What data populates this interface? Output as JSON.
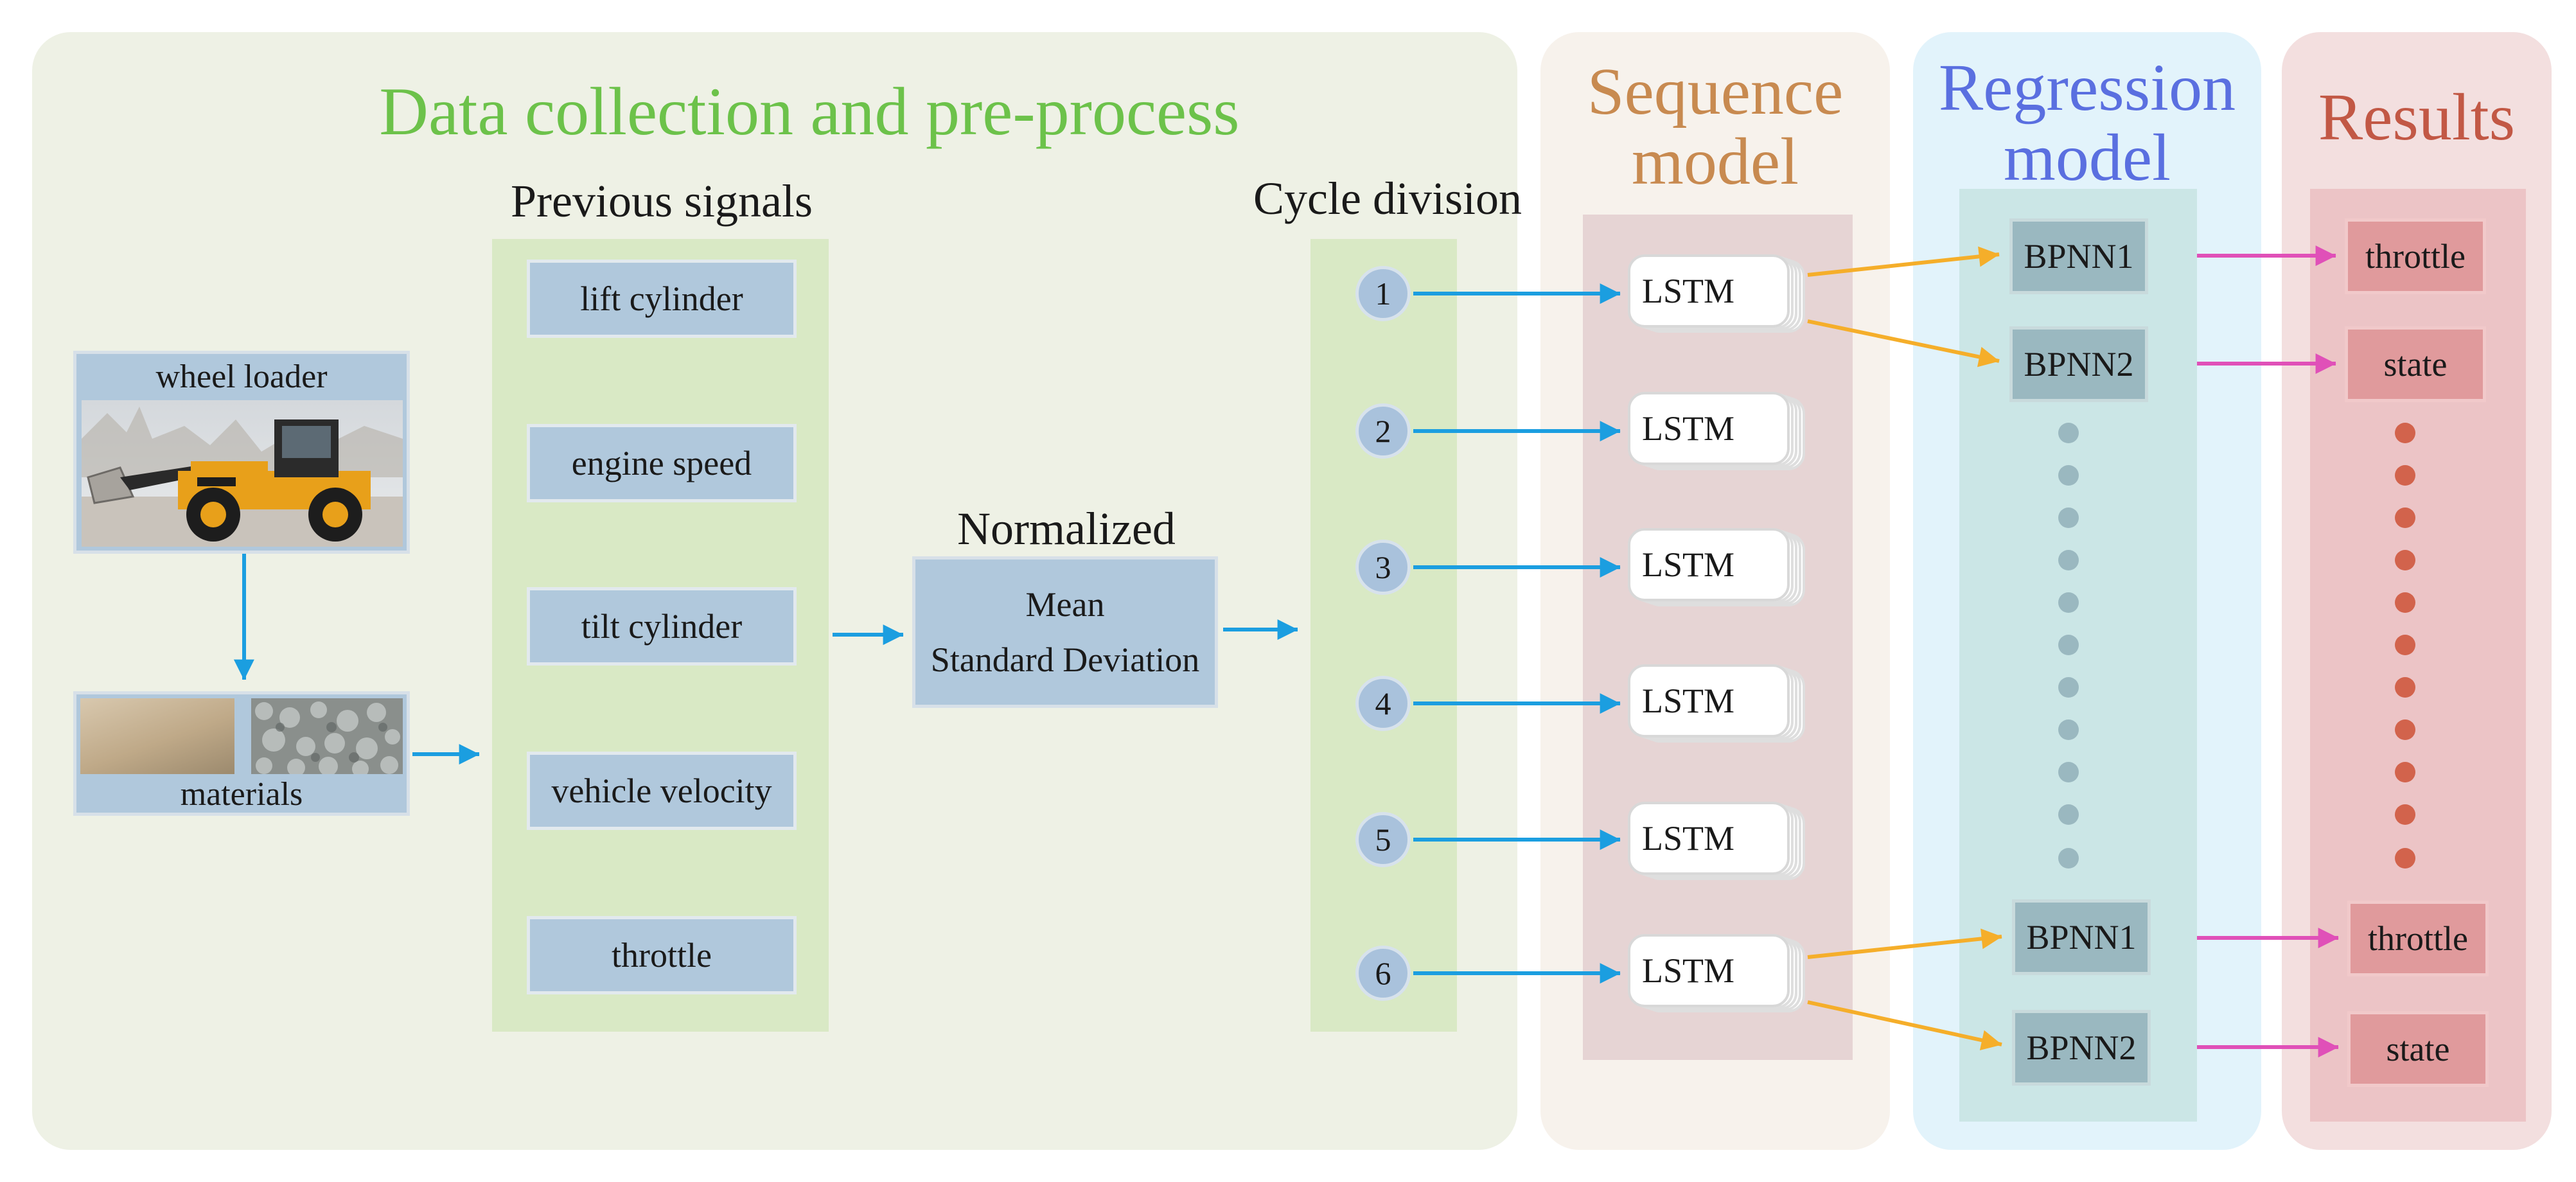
{
  "colors": {
    "panel_data": "#eef1e5",
    "panel_seq": "#f7f2ec",
    "panel_reg": "#e2f3fb",
    "panel_res": "#f3dfdf",
    "title_data": "#6cc24a",
    "title_seq": "#c88a50",
    "title_reg": "#5a6fe0",
    "title_res": "#c25845",
    "arrow_blue": "#1b9ee0",
    "arrow_orange": "#f5ae2a",
    "arrow_pink": "#e050b8",
    "dot_teal": "#9ab8c0",
    "dot_red": "#d2634c"
  },
  "sections": {
    "data": {
      "title": "Data collection and pre-process"
    },
    "sequence": {
      "title_line1": "Sequence",
      "title_line2": "model"
    },
    "regression": {
      "title_line1": "Regression",
      "title_line2": "model"
    },
    "results": {
      "title": "Results"
    }
  },
  "inputs": {
    "wheel_loader_label": "wheel loader",
    "materials_label": "materials"
  },
  "previous_signals": {
    "header": "Previous signals",
    "items": [
      "lift cylinder",
      "engine speed",
      "tilt cylinder",
      "vehicle velocity",
      "throttle"
    ]
  },
  "normalized": {
    "header": "Normalized",
    "line1": "Mean",
    "line2": "Standard Deviation"
  },
  "cycle_division": {
    "header": "Cycle division",
    "cycles": [
      "1",
      "2",
      "3",
      "4",
      "5",
      "6"
    ]
  },
  "lstm": {
    "label": "LSTM"
  },
  "bpnn": {
    "top": [
      "BPNN1",
      "BPNN2"
    ],
    "bottom": [
      "BPNN1",
      "BPNN2"
    ]
  },
  "results": {
    "top": [
      "throttle",
      "state"
    ],
    "bottom": [
      "throttle",
      "state"
    ]
  },
  "icons": {
    "wheel_loader": "wheel-loader-photo",
    "materials": "materials-photo"
  }
}
